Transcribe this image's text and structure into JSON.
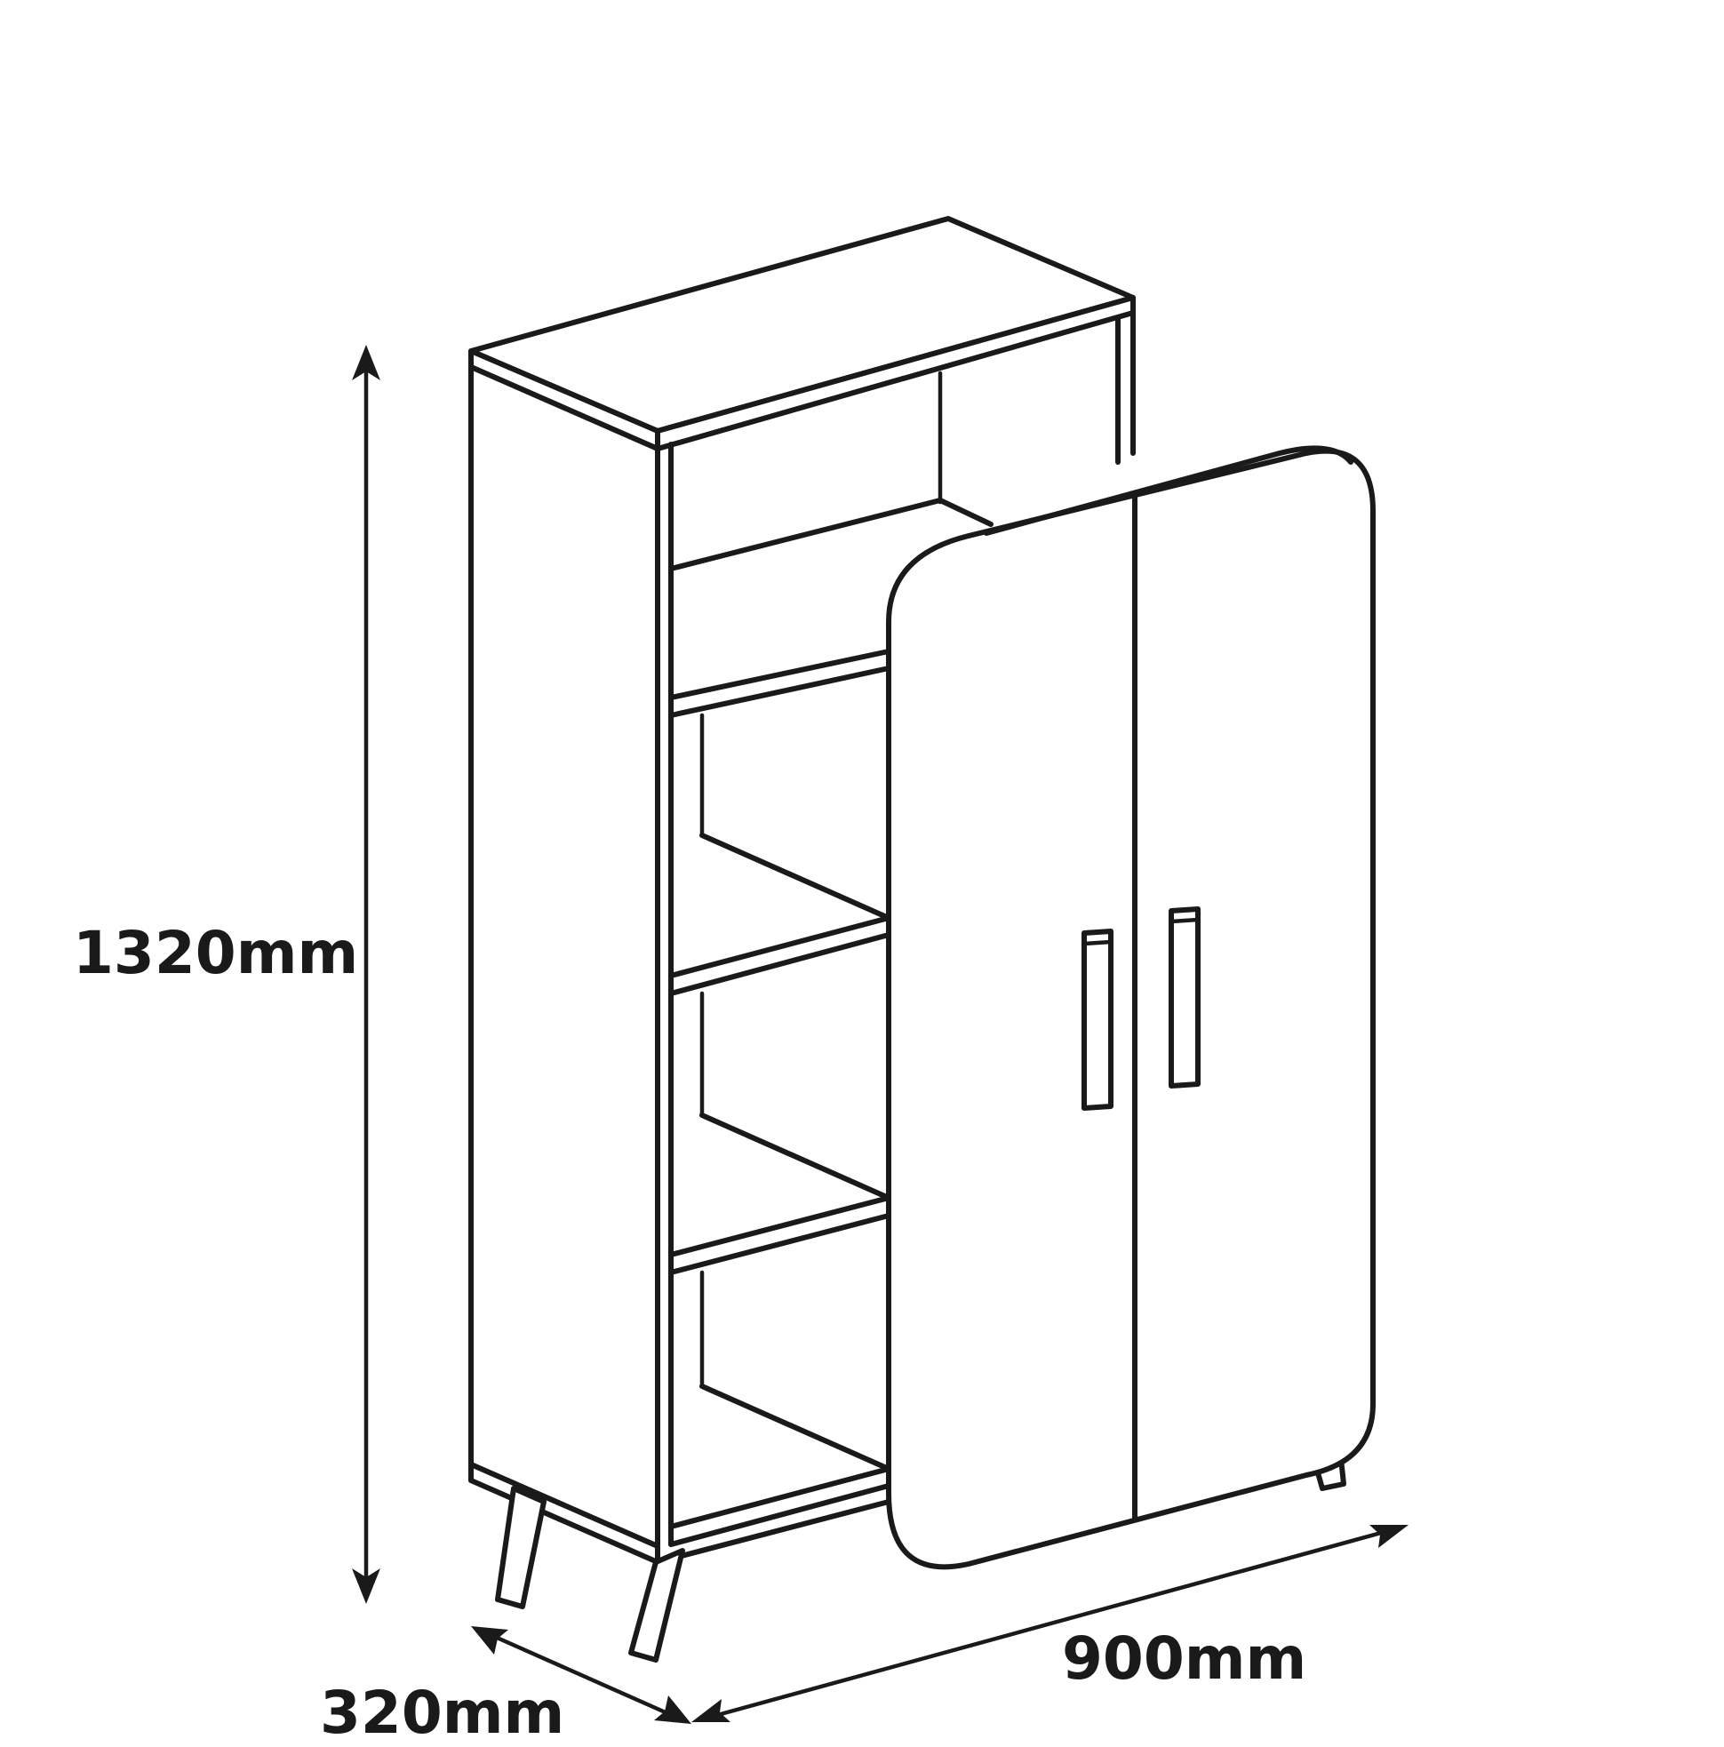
{
  "diagram": {
    "dimensions": {
      "height": "1320mm",
      "width": "900mm",
      "depth": "320mm"
    },
    "colors": {
      "line": "#1a1a1a",
      "background": "#ffffff"
    }
  }
}
